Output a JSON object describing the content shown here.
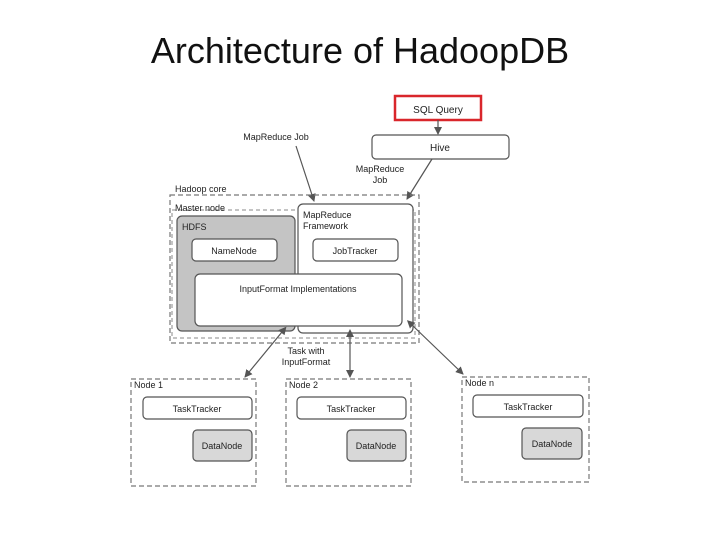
{
  "title": "Architecture of HadoopDB",
  "colors": {
    "highlight": "#d9262b",
    "box_fill": "#ffffff",
    "hdfs_fill": "#c4c4c4",
    "node_fill": "#d8d8d8",
    "stroke": "#555555",
    "dashed": "#777777"
  },
  "diagram": {
    "sql_query": "SQL Query",
    "hive": "Hive",
    "mapreduce_job_left": "MapReduce Job",
    "mapreduce_job_right_line1": "MapReduce",
    "mapreduce_job_right_line2": "Job",
    "hadoop_core": "Hadoop core",
    "master_node": "Master node",
    "hdfs": "HDFS",
    "namenode": "NameNode",
    "mr_framework_line1": "MapReduce",
    "mr_framework_line2": "Framework",
    "jobtracker": "JobTracker",
    "inputformat": "InputFormat Implementations",
    "task_line1": "Task with",
    "task_line2": "InputFormat",
    "nodes": [
      {
        "label": "Node 1",
        "tasktracker": "TaskTracker",
        "datanode": "DataNode"
      },
      {
        "label": "Node 2",
        "tasktracker": "TaskTracker",
        "datanode": "DataNode"
      },
      {
        "label": "Node n",
        "tasktracker": "TaskTracker",
        "datanode": "DataNode"
      }
    ]
  }
}
